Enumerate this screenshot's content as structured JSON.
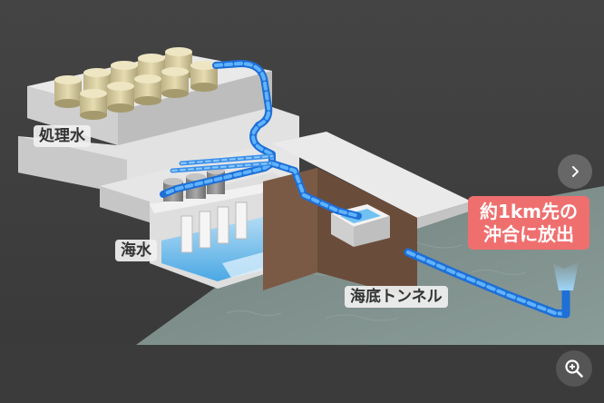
{
  "diagram": {
    "labels": {
      "treated_water": "処理水",
      "seawater": "海水",
      "undersea_tunnel": "海底トンネル"
    },
    "callout": {
      "line1": "約1km先の",
      "line2": "沖合に放出"
    }
  },
  "controls": {
    "next_icon": "chevron-right-icon",
    "zoom_icon": "zoom-in-icon"
  },
  "colors": {
    "background": "#3d3d3d",
    "callout": "#ef6f6f",
    "water_flow": "#2a86ee",
    "structure": "#e4e4e4",
    "sea": "#7d8f8c"
  }
}
